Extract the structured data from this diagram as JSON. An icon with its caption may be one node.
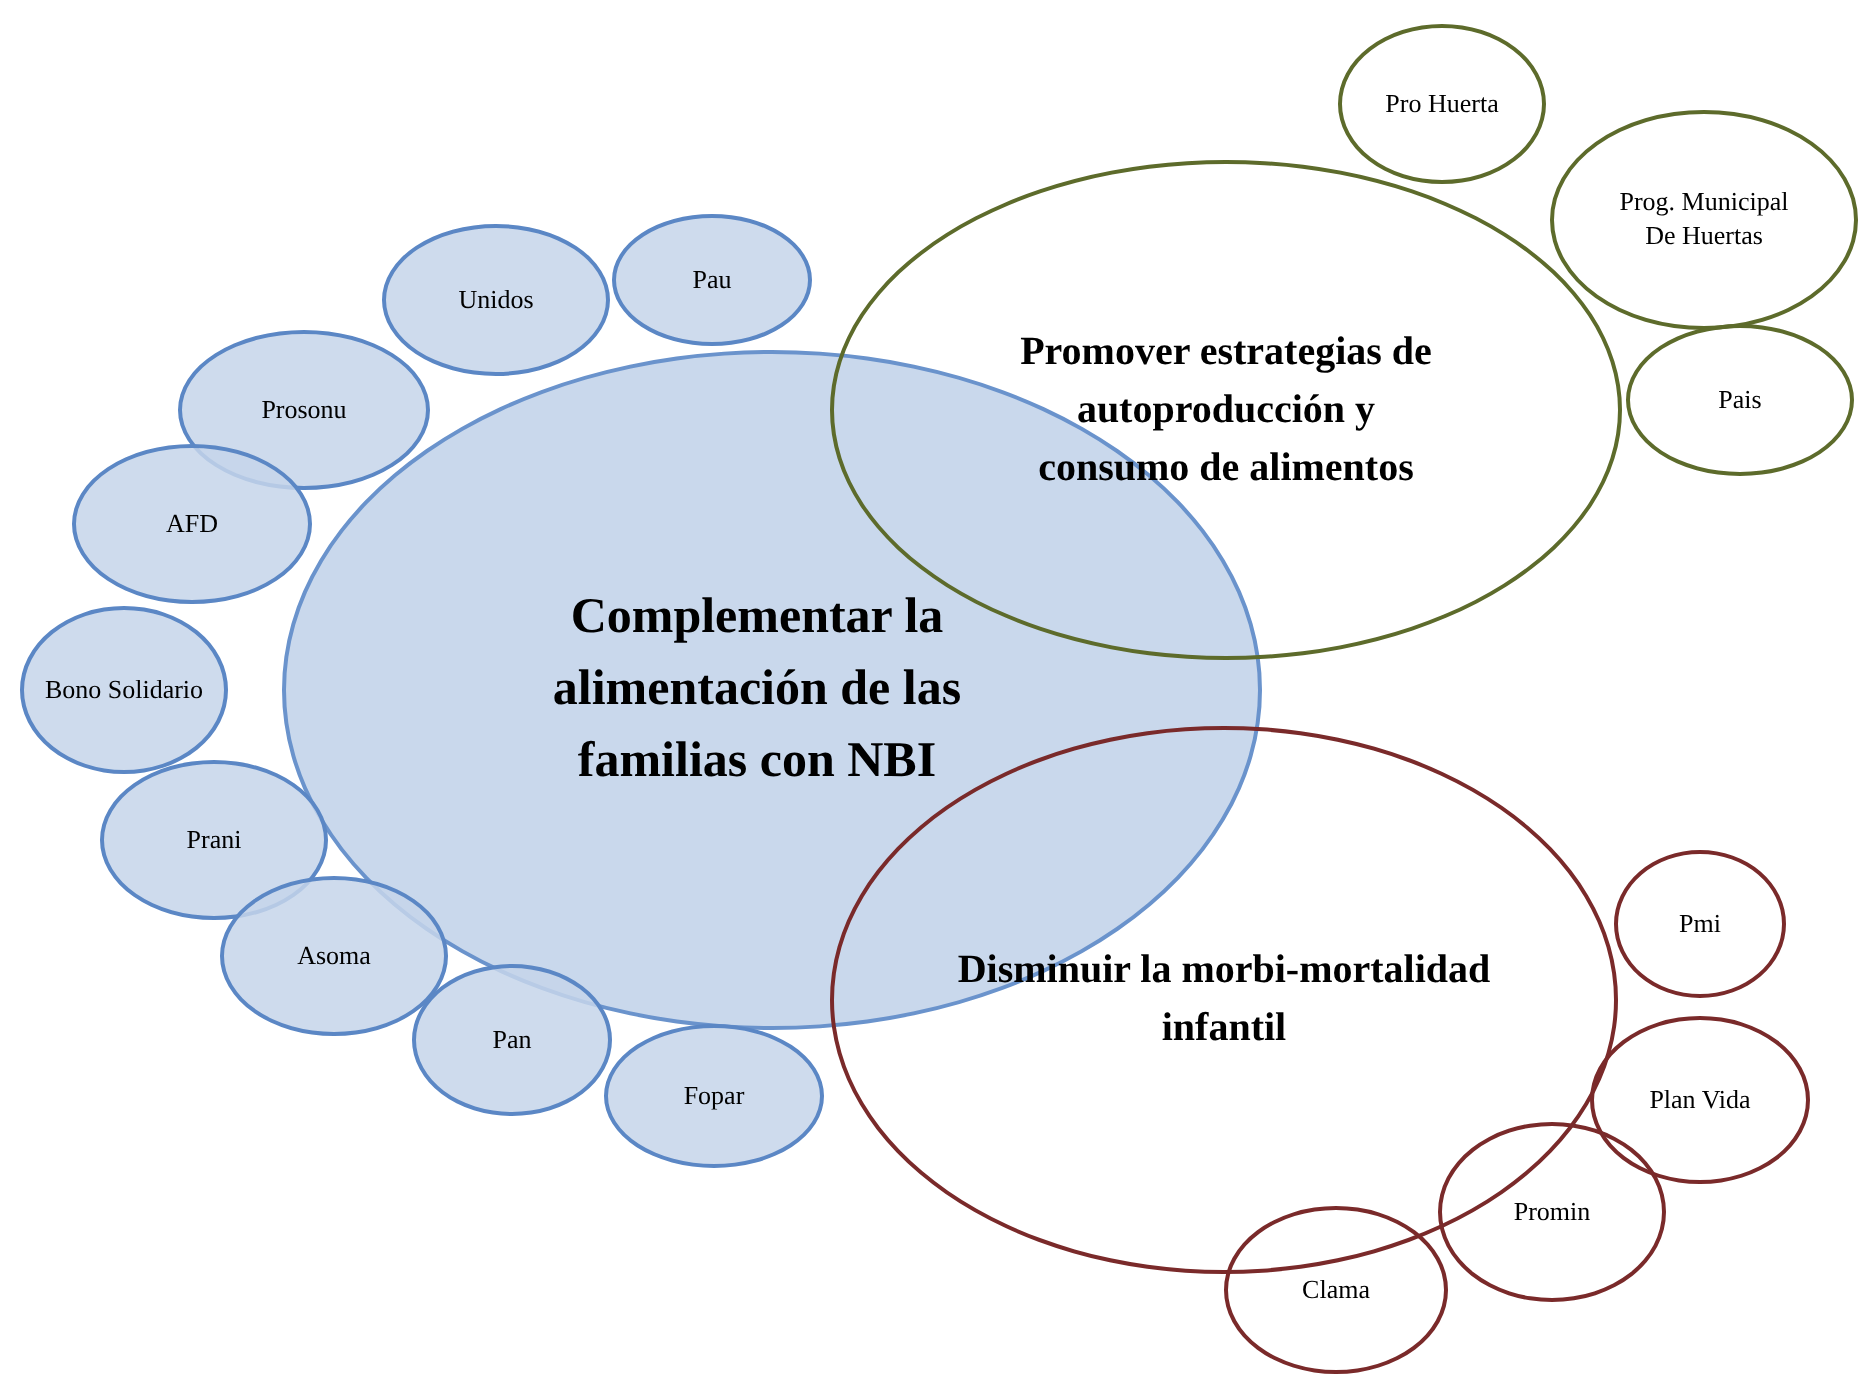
{
  "diagram": {
    "nodes": [
      {
        "text": [
          "Complementar la alimentación de las familias con NBI"
        ]
      },
      {
        "text": [
          "Pau"
        ]
      },
      {
        "text": [
          "Unidos"
        ]
      },
      {
        "text": [
          "Prosonu"
        ]
      },
      {
        "text": [
          "AFD"
        ]
      },
      {
        "text": [
          "Bono Solidario"
        ]
      },
      {
        "text": [
          "Prani"
        ]
      },
      {
        "text": [
          "Asoma"
        ]
      },
      {
        "text": [
          "Pan"
        ]
      },
      {
        "text": [
          "Fopar"
        ]
      },
      {
        "text": [
          "Promover estrategias de autoproducción y consumo de alimentos"
        ]
      },
      {
        "text": [
          "Pro Huerta"
        ]
      },
      {
        "text": [
          "Prog. Municipal De Huertas"
        ]
      },
      {
        "text": [
          "Pais"
        ]
      },
      {
        "text": [
          "Disminuir la morbi-mortalidad infantil"
        ]
      },
      {
        "text": [
          "Pmi"
        ]
      },
      {
        "text": [
          "Plan Vida"
        ]
      },
      {
        "text": [
          "Promin"
        ]
      },
      {
        "text": [
          "Clama"
        ]
      }
    ]
  }
}
